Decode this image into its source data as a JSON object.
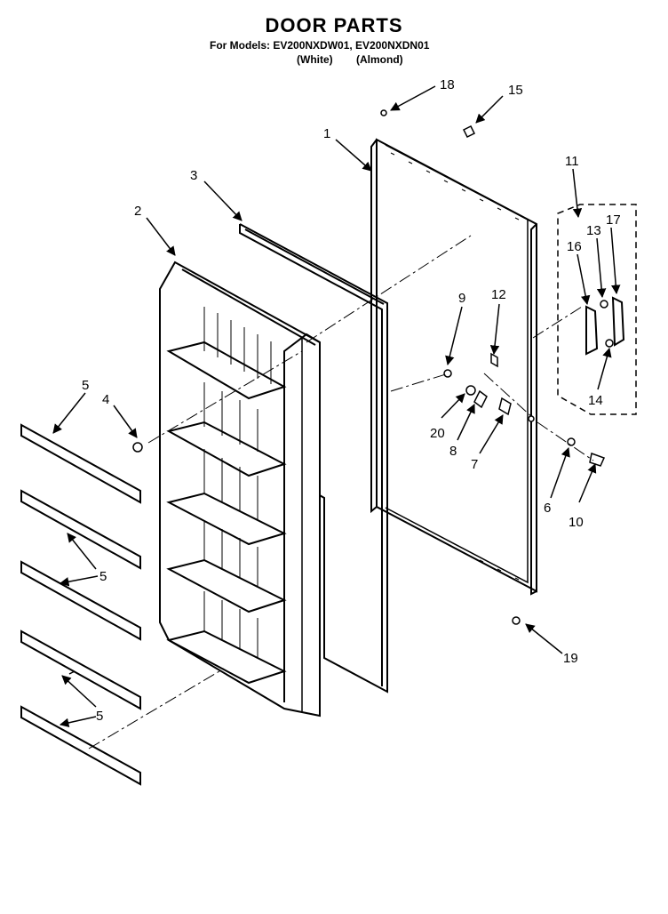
{
  "header": {
    "title": "DOOR PARTS",
    "models": "For Models: EV200NXDW01, EV200NXDN01",
    "variant_white": "(White)",
    "variant_almond": "(Almond)"
  },
  "callouts": [
    {
      "key": "c1",
      "label": "1"
    },
    {
      "key": "c2",
      "label": "2"
    },
    {
      "key": "c3",
      "label": "3"
    },
    {
      "key": "c4",
      "label": "4"
    },
    {
      "key": "c5a",
      "label": "5"
    },
    {
      "key": "c5b",
      "label": "5"
    },
    {
      "key": "c5c",
      "label": "5"
    },
    {
      "key": "c6",
      "label": "6"
    },
    {
      "key": "c7",
      "label": "7"
    },
    {
      "key": "c8",
      "label": "8"
    },
    {
      "key": "c9",
      "label": "9"
    },
    {
      "key": "c10",
      "label": "10"
    },
    {
      "key": "c11",
      "label": "11"
    },
    {
      "key": "c12",
      "label": "12"
    },
    {
      "key": "c13",
      "label": "13"
    },
    {
      "key": "c14",
      "label": "14"
    },
    {
      "key": "c15",
      "label": "15"
    },
    {
      "key": "c16",
      "label": "16"
    },
    {
      "key": "c17",
      "label": "17"
    },
    {
      "key": "c18",
      "label": "18"
    },
    {
      "key": "c19",
      "label": "19"
    },
    {
      "key": "c20",
      "label": "20"
    }
  ]
}
